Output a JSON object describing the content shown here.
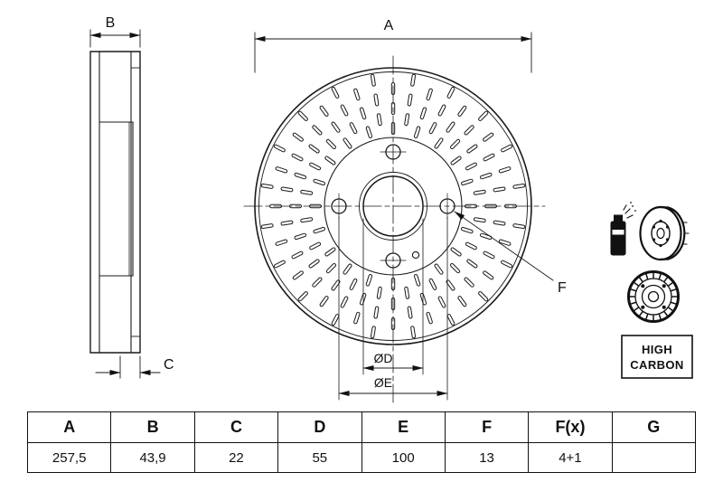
{
  "drawing": {
    "dim_a": "A",
    "dim_b": "B",
    "dim_c": "C",
    "dim_d": "ØD",
    "dim_e": "ØE",
    "dim_f": "F"
  },
  "badge": {
    "line1": "HIGH",
    "line2": "CARBON"
  },
  "table": {
    "headers": [
      "A",
      "B",
      "C",
      "D",
      "E",
      "F",
      "F(x)",
      "G"
    ],
    "values": [
      "257,5",
      "43,9",
      "22",
      "55",
      "100",
      "13",
      "4+1",
      ""
    ]
  }
}
